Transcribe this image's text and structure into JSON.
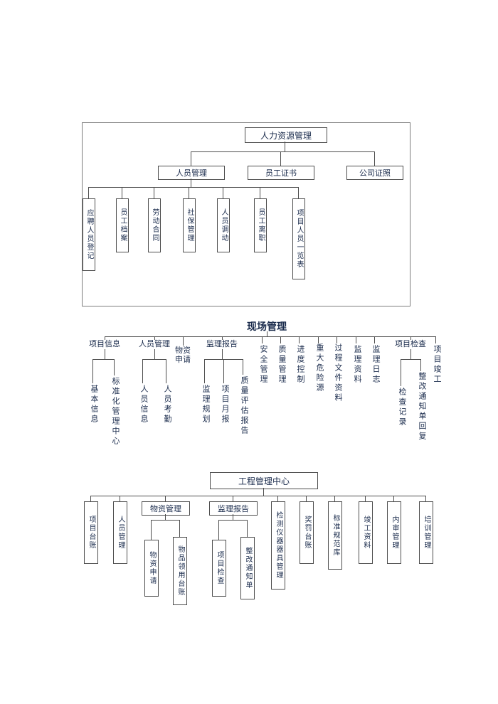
{
  "style": {
    "page_background": "#ffffff",
    "line_color": "#4d4d4d",
    "box_border_color": "#4d4d4d",
    "text_color": "#1a2b4c"
  },
  "hr_chart": {
    "root": "人力资源管理",
    "children": [
      "人员管理",
      "员工证书",
      "公司证照"
    ],
    "personnel_leaves": [
      "应聘人员登记",
      "员工档案",
      "劳动合同",
      "社保管理",
      "人员调动",
      "员工离职",
      "项目人员一览表"
    ]
  },
  "site_chart": {
    "root": "现场管理",
    "branches": [
      {
        "label": "项目信息",
        "children": [
          "基本信息",
          "标准化管理中心"
        ]
      },
      {
        "label": "人员管理",
        "children": [
          "人员信息",
          "人员考勤"
        ]
      },
      {
        "label": "物资申请",
        "children": []
      },
      {
        "label": "监理报告",
        "children": [
          "监理规划",
          "项目月报",
          "质量评估报告"
        ]
      },
      {
        "label": "安全管理",
        "children": []
      },
      {
        "label": "质量管理",
        "children": []
      },
      {
        "label": "进度控制",
        "children": []
      },
      {
        "label": "重大危险源",
        "children": []
      },
      {
        "label": "过程文件资料",
        "children": []
      },
      {
        "label": "监理资料",
        "children": []
      },
      {
        "label": "监理日志",
        "children": []
      },
      {
        "label": "项目检查",
        "children": [
          "检查记录",
          "整改通知单回复"
        ]
      },
      {
        "label": "项目竣工",
        "children": []
      }
    ]
  },
  "eng_chart": {
    "root": "工程管理中心",
    "branches": [
      {
        "label": "项目台账",
        "children": []
      },
      {
        "label": "人员管理",
        "children": []
      },
      {
        "label": "物资管理",
        "children": [
          "物资申请",
          "物品领用台账"
        ]
      },
      {
        "label": "监理报告",
        "children": [
          "项目检查",
          "整改通知单"
        ]
      },
      {
        "label": "检测仪器器具管理",
        "children": []
      },
      {
        "label": "奖罚台账",
        "children": []
      },
      {
        "label": "标准规范库",
        "children": []
      },
      {
        "label": "竣工资料",
        "children": []
      },
      {
        "label": "内审管理",
        "children": []
      },
      {
        "label": "培训管理",
        "children": []
      }
    ]
  }
}
